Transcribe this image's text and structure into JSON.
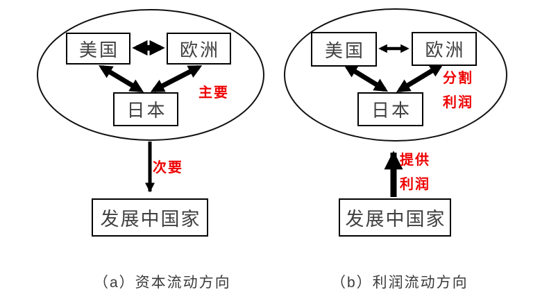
{
  "diagram_title": "capital-and-profit-flow-between-economies",
  "colors": {
    "annotation_red": "#ee0000",
    "box_border_black": "#000000",
    "box_text_gray": "#3f3f3f",
    "caption_gray": "#3a3a3a",
    "background": "#ffffff"
  },
  "panel_a": {
    "caption": "（a）资本流动方向",
    "boxes": {
      "usa": "美国",
      "europe": "欧洲",
      "japan": "日本",
      "developing": "发展中国家"
    },
    "annotations": {
      "primary": "主要",
      "secondary": "次要"
    }
  },
  "panel_b": {
    "caption": "（b）利润流动方向",
    "boxes": {
      "usa": "美国",
      "europe": "欧洲",
      "japan": "日本",
      "developing": "发展中国家"
    },
    "annotations": {
      "split_profit_line1": "分割",
      "split_profit_line2": "利润",
      "provide_profit_line1": "提供",
      "provide_profit_line2": "利润"
    }
  }
}
